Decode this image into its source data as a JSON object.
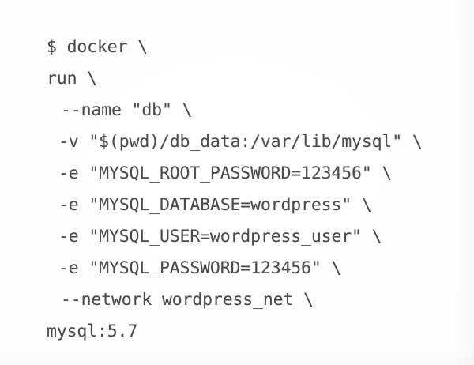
{
  "document": {
    "kind": "terminal-command-screenshot",
    "background_color": "#ffffff",
    "text_color": "#4c4c4c"
  },
  "code": {
    "language": "shell",
    "prompt_symbol": "$",
    "command_name": "docker",
    "subcommand": "run",
    "image": "mysql:5.7",
    "lines": [
      {
        "text": "$ docker \\",
        "indent": 0,
        "dashdash": false
      },
      {
        "text": "run \\",
        "indent": 0,
        "dashdash": false
      },
      {
        "text": "--name \"db\" \\",
        "indent": 1,
        "dashdash": true
      },
      {
        "text": "-v \"$(pwd)/db_data:/var/lib/mysql\" \\",
        "indent": 1,
        "dashdash": false
      },
      {
        "text": "-e \"MYSQL_ROOT_PASSWORD=123456\" \\",
        "indent": 1,
        "dashdash": false
      },
      {
        "text": "-e \"MYSQL_DATABASE=wordpress\" \\",
        "indent": 1,
        "dashdash": false
      },
      {
        "text": "-e \"MYSQL_USER=wordpress_user\" \\",
        "indent": 1,
        "dashdash": false
      },
      {
        "text": "-e \"MYSQL_PASSWORD=123456\" \\",
        "indent": 1,
        "dashdash": false
      },
      {
        "text": "--network wordpress_net \\",
        "indent": 1,
        "dashdash": true
      },
      {
        "text": "mysql:5.7",
        "indent": 0,
        "dashdash": false
      }
    ],
    "options": {
      "name": "db",
      "volume": "$(pwd)/db_data:/var/lib/mysql",
      "env": [
        "MYSQL_ROOT_PASSWORD=123456",
        "MYSQL_DATABASE=wordpress",
        "MYSQL_USER=wordpress_user",
        "MYSQL_PASSWORD=123456"
      ],
      "network": "wordpress_net"
    }
  }
}
